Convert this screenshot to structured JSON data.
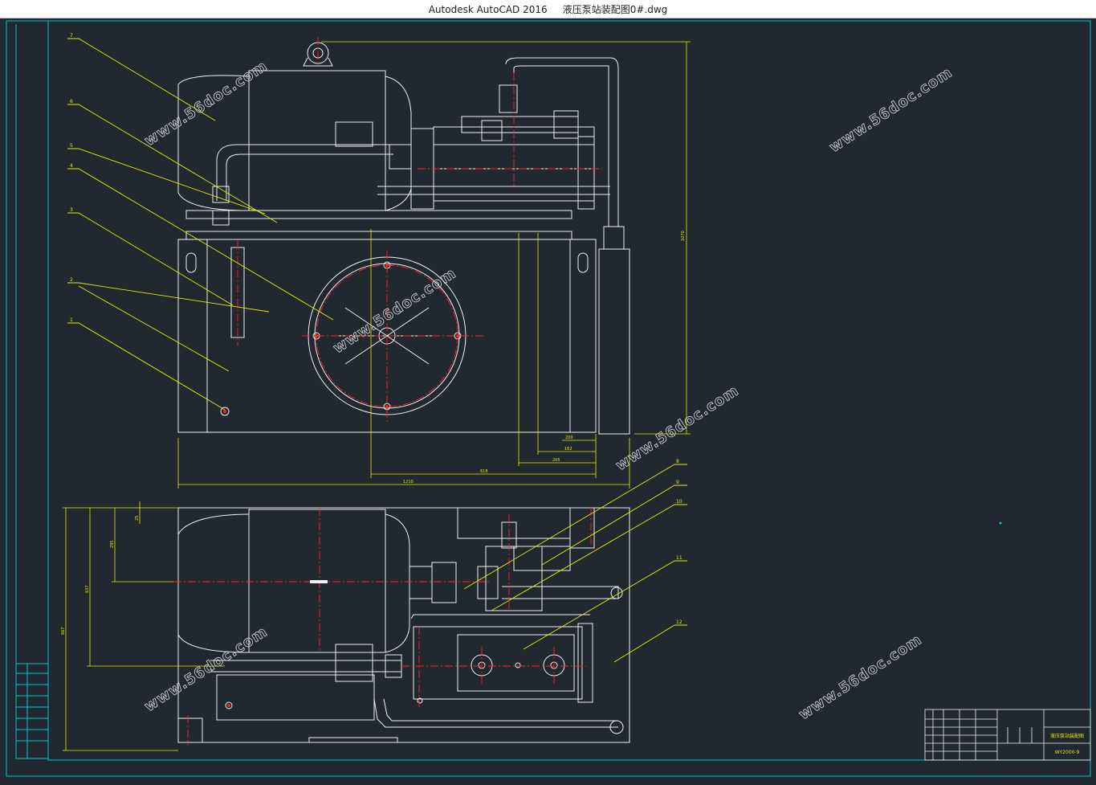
{
  "window": {
    "app_name": "Autodesk AutoCAD 2016",
    "file_name": "液压泵站装配图0#.dwg"
  },
  "drawing": {
    "watermark": "www.56doc.com",
    "part_labels": [
      "1",
      "2",
      "3",
      "4",
      "5",
      "6",
      "7",
      "8",
      "9",
      "10",
      "11",
      "12"
    ],
    "dimensions": {
      "width_overall": "1210",
      "width_mid": "618",
      "dim_a": "205",
      "dim_b": "162",
      "dim_c": "200",
      "height_overall": "1070",
      "plan_depth_overall": "667",
      "plan_depth_inner": "637",
      "plan_offset": "295",
      "plan_small": "25"
    },
    "title_block": {
      "drawing_name": "液压泵站装配图",
      "drawing_number": "WY2000-9"
    }
  },
  "colors": {
    "background": "#212830",
    "border": "#00c8d0",
    "outline": "#f0f0f0",
    "centerline": "#ff2020",
    "leader": "#e8e800"
  }
}
